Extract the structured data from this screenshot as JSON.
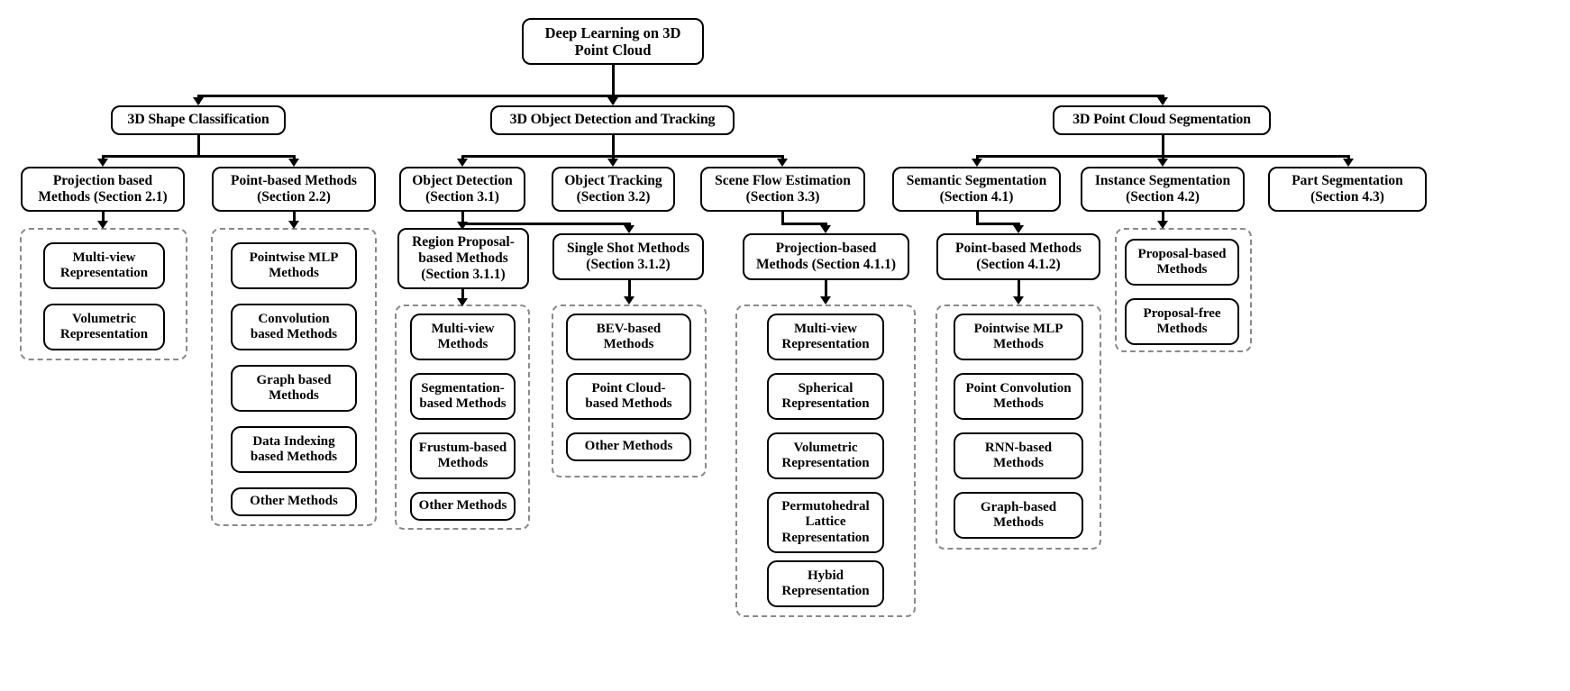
{
  "diagram": {
    "title": "Deep Learning on 3D Point Cloud",
    "type": "taxonomy-tree",
    "root": {
      "id": "root",
      "label": "Deep Learning on 3D\nPoint Cloud"
    },
    "level2": [
      {
        "id": "l2-classification",
        "label": "3D Shape Classification"
      },
      {
        "id": "l2-detection-tracking",
        "label": "3D Object Detection and Tracking"
      },
      {
        "id": "l2-segmentation",
        "label": "3D Point Cloud Segmentation"
      }
    ],
    "level3": [
      {
        "id": "l3-projection",
        "label": "Projection based\nMethods (Section 2.1)"
      },
      {
        "id": "l3-pointbased",
        "label": "Point-based Methods\n(Section 2.2)"
      },
      {
        "id": "l3-objdet",
        "label": "Object Detection\n(Section 3.1)"
      },
      {
        "id": "l3-objtrack",
        "label": "Object Tracking\n(Section 3.2)"
      },
      {
        "id": "l3-sceneflow",
        "label": "Scene Flow Estimation\n(Section 3.3)"
      },
      {
        "id": "l3-semantic",
        "label": "Semantic Segmentation\n(Section 4.1)"
      },
      {
        "id": "l3-instance",
        "label": "Instance Segmentation\n(Section 4.2)"
      },
      {
        "id": "l3-part",
        "label": "Part Segmentation\n(Section 4.3)"
      }
    ],
    "level4": [
      {
        "id": "l4-region-proposal",
        "label": "Region Proposal-\nbased Methods\n(Section 3.1.1)"
      },
      {
        "id": "l4-single-shot",
        "label": "Single Shot Methods\n(Section 3.1.2)"
      },
      {
        "id": "l4-proj-seg",
        "label": "Projection-based\nMethods (Section 4.1.1)"
      },
      {
        "id": "l4-point-seg",
        "label": "Point-based Methods\n(Section 4.1.2)"
      }
    ],
    "leaf_groups": [
      {
        "id": "grp-projection",
        "parent": "l3-projection",
        "items": [
          {
            "id": "leaf-multiview-rep",
            "label": "Multi-view\nRepresentation"
          },
          {
            "id": "leaf-volumetric-rep",
            "label": "Volumetric\nRepresentation"
          }
        ]
      },
      {
        "id": "grp-pointbased",
        "parent": "l3-pointbased",
        "items": [
          {
            "id": "leaf-pointwise-mlp",
            "label": "Pointwise MLP\nMethods"
          },
          {
            "id": "leaf-convolution",
            "label": "Convolution\nbased Methods"
          },
          {
            "id": "leaf-graph-based",
            "label": "Graph based\nMethods"
          },
          {
            "id": "leaf-data-indexing",
            "label": "Data Indexing\nbased Methods"
          },
          {
            "id": "leaf-other-pb",
            "label": "Other Methods"
          }
        ]
      },
      {
        "id": "grp-region-proposal",
        "parent": "l4-region-proposal",
        "items": [
          {
            "id": "leaf-multiview-methods",
            "label": "Multi-view\nMethods"
          },
          {
            "id": "leaf-segmentation-based",
            "label": "Segmentation-\nbased Methods"
          },
          {
            "id": "leaf-frustum-based",
            "label": "Frustum-based\nMethods"
          },
          {
            "id": "leaf-other-rp",
            "label": "Other Methods"
          }
        ]
      },
      {
        "id": "grp-single-shot",
        "parent": "l4-single-shot",
        "items": [
          {
            "id": "leaf-bev-based",
            "label": "BEV-based\nMethods"
          },
          {
            "id": "leaf-point-cloud-based",
            "label": "Point Cloud-\nbased Methods"
          },
          {
            "id": "leaf-other-ss",
            "label": "Other Methods"
          }
        ]
      },
      {
        "id": "grp-proj-seg",
        "parent": "l4-proj-seg",
        "items": [
          {
            "id": "leaf-multiview-rep2",
            "label": "Multi-view\nRepresentation"
          },
          {
            "id": "leaf-spherical-rep",
            "label": "Spherical\nRepresentation"
          },
          {
            "id": "leaf-volumetric-rep2",
            "label": "Volumetric\nRepresentation"
          },
          {
            "id": "leaf-permutohedral",
            "label": "Permutohedral\nLattice\nRepresentation"
          },
          {
            "id": "leaf-hybid",
            "label": "Hybid\nRepresentation"
          }
        ]
      },
      {
        "id": "grp-point-seg",
        "parent": "l4-point-seg",
        "items": [
          {
            "id": "leaf-pointwise-mlp2",
            "label": "Pointwise MLP\nMethods"
          },
          {
            "id": "leaf-point-convolution",
            "label": "Point Convolution\nMethods"
          },
          {
            "id": "leaf-rnn-based",
            "label": "RNN-based\nMethods"
          },
          {
            "id": "leaf-graph-based2",
            "label": "Graph-based\nMethods"
          }
        ]
      },
      {
        "id": "grp-instance",
        "parent": "l3-instance",
        "items": [
          {
            "id": "leaf-proposal-based",
            "label": "Proposal-based\nMethods"
          },
          {
            "id": "leaf-proposal-free",
            "label": "Proposal-free\nMethods"
          }
        ]
      }
    ],
    "colors": {
      "node_border": "#000000",
      "group_border": "#8a8a8a",
      "background": "#ffffff",
      "text": "#000000"
    }
  }
}
